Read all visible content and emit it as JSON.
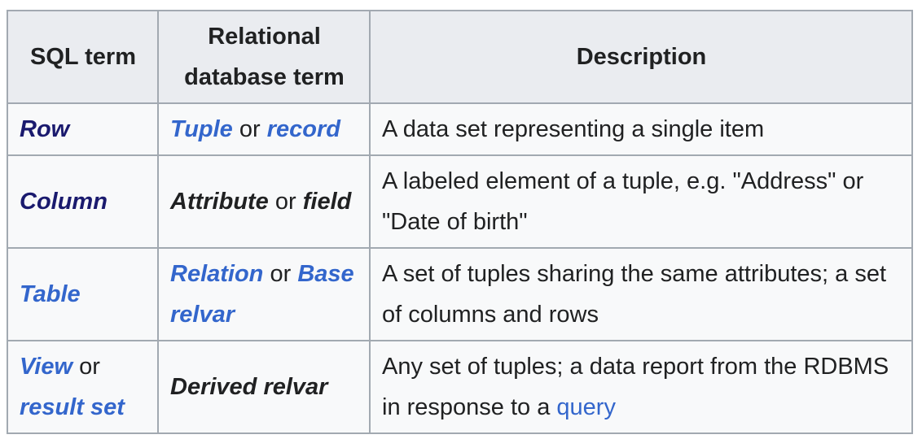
{
  "table": {
    "headers": [
      "SQL term",
      "Relational database term",
      "Description"
    ],
    "rows": [
      {
        "sql_term": "Row",
        "rel_a": "Tuple",
        "rel_sep": " or ",
        "rel_b": "record",
        "description": "A data set representing a single item"
      },
      {
        "sql_term": "Column",
        "rel_a": "Attribute",
        "rel_sep": " or ",
        "rel_b": "field",
        "description": "A labeled element of a tuple, e.g. \"Address\" or \"Date of birth\""
      },
      {
        "sql_term": "Table",
        "rel_a": "Relation",
        "rel_sep": " or ",
        "rel_b": "Base relvar",
        "description": "A set of tuples sharing the same attributes; a set of columns and rows"
      },
      {
        "sql_term_a": "View",
        "sql_sep": " or ",
        "sql_term_b": "result set",
        "rel": "Derived relvar",
        "description_prefix": "Any set of tuples; a data report from the RDBMS in response to a ",
        "description_link": "query"
      }
    ]
  },
  "colors": {
    "link": "#3366cc",
    "link_visited": "#1a1a6e",
    "text": "#202122",
    "header_bg": "#eaecf0",
    "cell_bg": "#f8f9fa",
    "border": "#a2a9b1"
  }
}
